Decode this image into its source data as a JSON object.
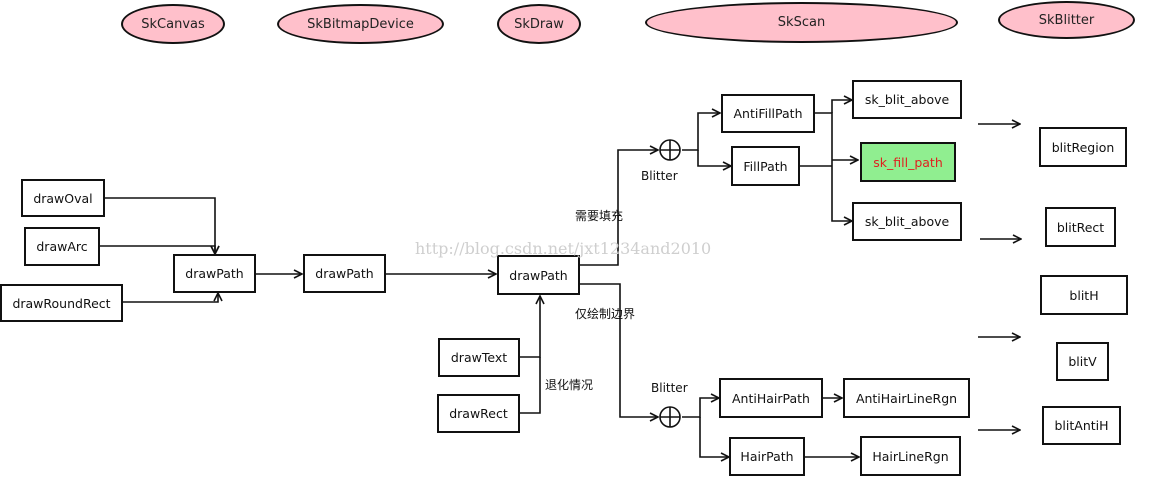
{
  "lanes": [
    "SkCanvas",
    "SkBitmapDevice",
    "SkDraw",
    "SkScan",
    "SkBlitter"
  ],
  "canvas_nodes": {
    "draw_oval": "drawOval",
    "draw_arc": "drawArc",
    "draw_round_rect": "drawRoundRect",
    "draw_path": "drawPath"
  },
  "device_nodes": {
    "draw_path": "drawPath"
  },
  "draw_nodes": {
    "draw_path": "drawPath",
    "draw_text": "drawText",
    "draw_rect": "drawRect"
  },
  "scan_nodes": {
    "anti_fill_path": "AntiFillPath",
    "fill_path": "FillPath",
    "sk_blit_above_top": "sk_blit_above",
    "sk_fill_path": "sk_fill_path",
    "sk_blit_above_bottom": "sk_blit_above",
    "anti_hair_path": "AntiHairPath",
    "hair_path": "HairPath",
    "anti_hair_line_rgn": "AntiHairLineRgn",
    "hair_line_rgn": "HairLineRgn"
  },
  "blitter_nodes": [
    "blitRegion",
    "blitRect",
    "blitH",
    "blitV",
    "blitAntiH"
  ],
  "labels": {
    "need_fill": "需要填充",
    "border_only": "仅绘制边界",
    "degenerate": "退化情况",
    "blitter_top": "Blitter",
    "blitter_bottom": "Blitter"
  },
  "watermark": "http://blog.csdn.net/jxt1234and2010",
  "colors": {
    "lane_fill": "#ffc0cb",
    "highlight_fill": "#90ee90",
    "highlight_text": "#e02020"
  }
}
